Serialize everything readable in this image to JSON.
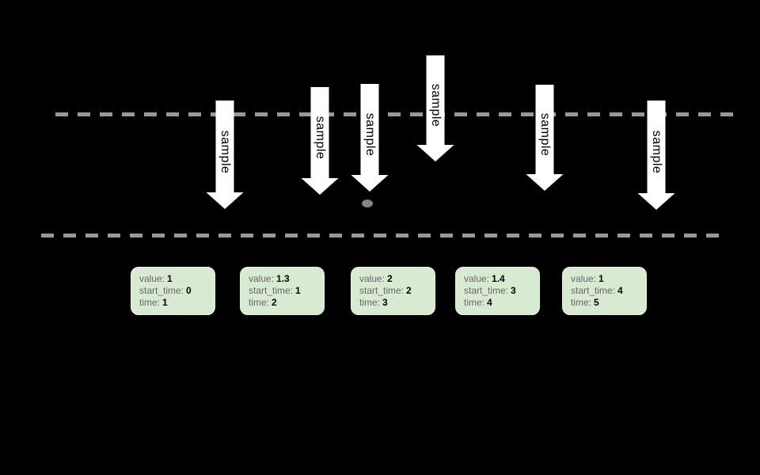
{
  "colors": {
    "bg": "#000000",
    "dash": "#999999",
    "arrow_fill": "#ffffff",
    "arrow_text": "#000000",
    "dot": "#848484",
    "box_fill": "#d9ead3",
    "box_border": "#e9f1e4",
    "box_label": "#666666",
    "box_value": "#000000"
  },
  "arrows": [
    {
      "label": "sample"
    },
    {
      "label": "sample"
    },
    {
      "label": "sample"
    },
    {
      "label": "sample"
    },
    {
      "label": "sample"
    },
    {
      "label": "sample"
    }
  ],
  "samples": {
    "labels": {
      "value": "value:",
      "start_time": "start_time:",
      "time": "time:"
    },
    "items": [
      {
        "value": "1",
        "start_time": "0",
        "time": "1"
      },
      {
        "value": "1.3",
        "start_time": "1",
        "time": "2"
      },
      {
        "value": "2",
        "start_time": "2",
        "time": "3"
      },
      {
        "value": "1.4",
        "start_time": "3",
        "time": "4"
      },
      {
        "value": "1",
        "start_time": "4",
        "time": "5"
      }
    ]
  }
}
